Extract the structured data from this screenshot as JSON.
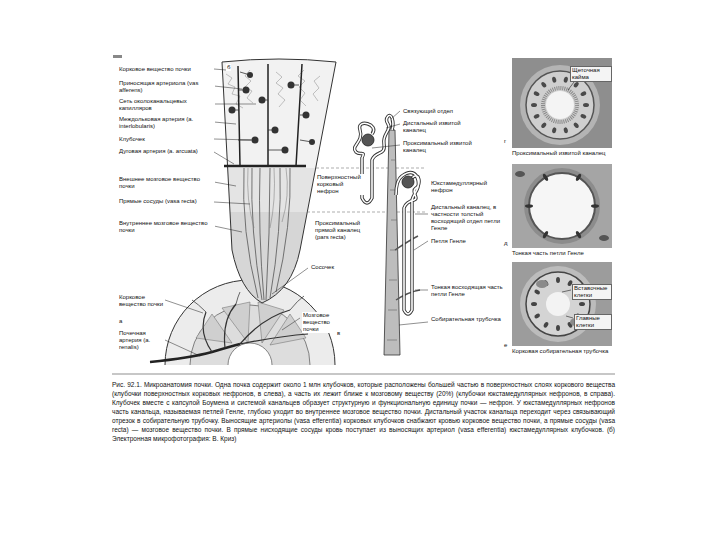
{
  "diagram": {
    "caption": "Рис. 92.1. Микроанатомия почки. Одна почка содержит около 1 млн клубочков, которые расположены большей частью в поверхностных слоях коркового вещества (клубочки поверхностных корковых нефронов, в слева), а часть их лежит ближе к мозговому веществу (20%) (клубочки юкстамедуллярных нефронов, в справа). Клубочек вместе с капсулой Боумена и системой канальцев образует структурную и функциональную единицу почки — нефрон. У юкстамедуллярных нефронов часть канальца, называемая петлей Генле, глубоко уходит во внутреннее мозговое вещество почки. Дистальный участок канальца переходит через связывающий отрезок в собирательную трубочку. Выносящие артериолы (vasa efferentia) корковых клубочков снабжают кровью корковое вещество почки, а прямые сосуды (vasa recta) — мозговое вещество почки. В прямые нисходящие сосуды кровь поступает из выносящих артериол (vasa efferentia) юкстамедуллярных клубочков. (б) Электронная микрофотография: В. Криз)",
    "nodes": [
      {
        "text": [
          "Щеточная кайма",
          "Проксимальный извитой каналец"
        ]
      },
      {
        "text": [
          "Тонкая часть петли Генле"
        ]
      },
      {
        "text": [
          "Вставочные клетки",
          "Главные клетки",
          "Корковая собирательная трубочка"
        ]
      }
    ],
    "labels": [
      "б",
      "Корковое вещество почки",
      "Приносящая артериола (vas afferens)",
      "Сеть околоканальцевых капилляров",
      "Междольковая артерия (a. interlobularis)",
      "Клубочек",
      "Дуговая артерия (a. arcuata)",
      "Внешнее мозговое вещество почки",
      "Прямые сосуды (vasa recta)",
      "Внутреннее мозговое вещество почки",
      "Сосочек",
      "Мозговое вещество почки",
      "Корковое вещество почки",
      "а",
      "Почечная артерия (a. renalis)",
      "Связующий отдел",
      "Дистальный извитой каналец",
      "Проксимальный извитой каналец",
      "Поверхностный корковый нефрон",
      "Юкстамедуллярный нефрон",
      "Проксимальный прямой каналец (pars recta)",
      "Дистальный каналец, в частности толстый восходящий отдел петли Генле",
      "Петля Генле",
      "Тонкая восходящая часть петли Генле",
      "в",
      "Собирательная трубочка",
      "г",
      "д",
      "е"
    ]
  }
}
